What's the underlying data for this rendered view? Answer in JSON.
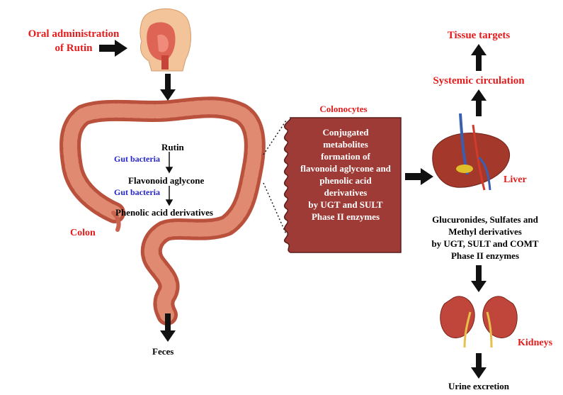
{
  "labels": {
    "oral_line1": "Oral administration",
    "oral_line2": "of Rutin",
    "tissue_targets": "Tissue targets",
    "systemic_circulation": "Systemic circulation",
    "colonocytes": "Colonocytes",
    "colon": "Colon",
    "liver": "Liver",
    "kidneys": "Kidneys",
    "feces": "Feces",
    "urine": "Urine excretion"
  },
  "colon_pathway": {
    "rutin": "Rutin",
    "gut_bacteria_1": "Gut bacteria",
    "flavonoid_aglycone": "Flavonoid aglycone",
    "gut_bacteria_2": "Gut bacteria",
    "phenolic_acid": "Phenolic acid derivatives"
  },
  "colonocyte_box": {
    "line1": "Conjugated",
    "line2": "metabolites",
    "line3": "formation of",
    "line4": "flavonoid aglycone and",
    "line5": "phenolic acid",
    "line6": "derivatives",
    "line7": "by UGT  and SULT",
    "line8": "Phase II enzymes"
  },
  "liver_text": {
    "line1": "Glucuronides, Sulfates and",
    "line2": "Methyl derivatives",
    "line3": "by UGT, SULT and COMT",
    "line4": "Phase II enzymes"
  },
  "colors": {
    "red_label": "#e41b1b",
    "blue_label": "#2424c8",
    "box_fill": "#9e3b36",
    "colon_fill": "#c9634e",
    "liver_fill": "#a3382b"
  }
}
